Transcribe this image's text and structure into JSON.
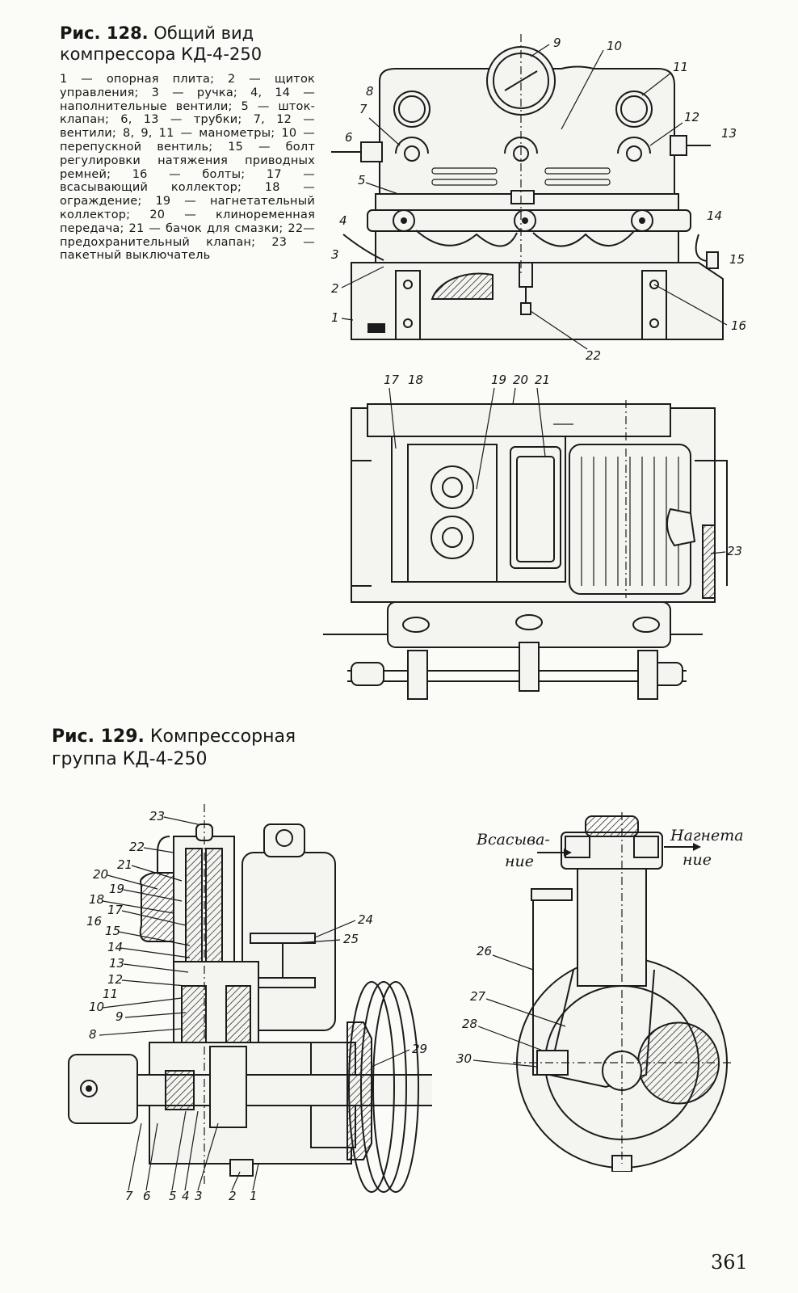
{
  "figure128": {
    "caption_label": "Рис. 128.",
    "caption_text": "Общий вид компрессора КД-4-250",
    "legend": "1 — опорная плита; 2 — щиток управления; 3 — ручка; 4, 14 — наполнительные вентили; 5 — шток-клапан; 6, 13 — трубки; 7, 12 — вентили; 8, 9, 11 — манометры; 10 — перепускной вентиль; 15 — болт регулировки натяжения приводных ремней; 16 — болты; 17 — всасывающий коллектор; 18 — ограждение; 19 — нагнетательный коллектор; 20 — клиноременная передача; 21 — бачок для смазки; 22—предохранительный клапан; 23 — пакетный выключатель",
    "callouts_front": [
      "9",
      "10",
      "8",
      "11",
      "7",
      "12",
      "6",
      "13",
      "5",
      "4",
      "14",
      "3",
      "15",
      "2",
      "16",
      "1",
      "22"
    ],
    "callouts_top": [
      "17",
      "18",
      "19",
      "20",
      "21",
      "23"
    ]
  },
  "figure129": {
    "caption_label": "Рис. 129.",
    "caption_text": "Компрессорная группа КД-4-250",
    "callouts_section": [
      "23",
      "22",
      "21",
      "20",
      "19",
      "18",
      "17",
      "16",
      "15",
      "14",
      "13",
      "12",
      "11",
      "10",
      "9",
      "8",
      "24",
      "25",
      "29",
      "1",
      "2",
      "3",
      "4",
      "5",
      "6",
      "7"
    ],
    "callouts_side": [
      "26",
      "27",
      "28",
      "30"
    ],
    "flow_in": "Всасыва-\nние",
    "flow_in_line1": "Всасыва-",
    "flow_in_line2": "ние",
    "flow_out_line1": "Нагнета",
    "flow_out_line2": "ние"
  },
  "page_number": "361"
}
